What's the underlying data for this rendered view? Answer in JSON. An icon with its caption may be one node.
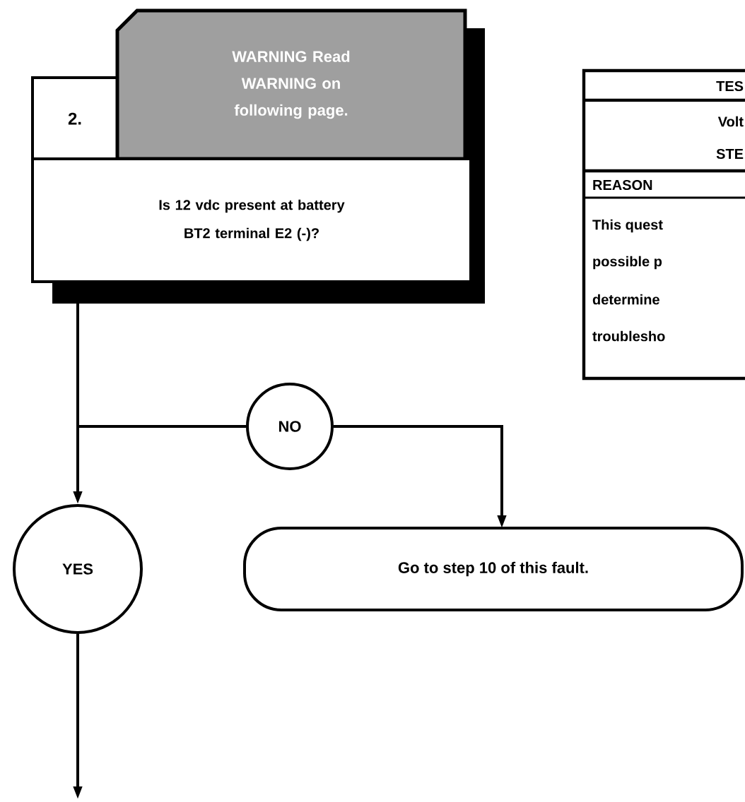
{
  "diagram": {
    "nodes": [
      {
        "text": [
          "2."
        ]
      },
      {
        "text": [
          "WARNING Read WARNING on following page."
        ]
      },
      {
        "text": [
          "Is 12 vdc present at battery BT2 terminal E2 (-)?"
        ]
      },
      {
        "text": [
          "NO"
        ]
      },
      {
        "text": [
          "YES"
        ]
      },
      {
        "text": [
          "Go to step 10 of this fault."
        ]
      }
    ],
    "edges": [
      {
        "from": 2,
        "to": 4,
        "arrow": "to"
      },
      {
        "from": 2,
        "to": 3,
        "arrow": "none"
      },
      {
        "from": 3,
        "to": 5,
        "arrow": "to"
      },
      {
        "from": 4,
        "to": null,
        "arrow": "to"
      }
    ],
    "labels": [
      "TES",
      "Volt",
      "STE",
      "REASON",
      "This quest",
      "possible p",
      "determine",
      "troublesho"
    ]
  }
}
